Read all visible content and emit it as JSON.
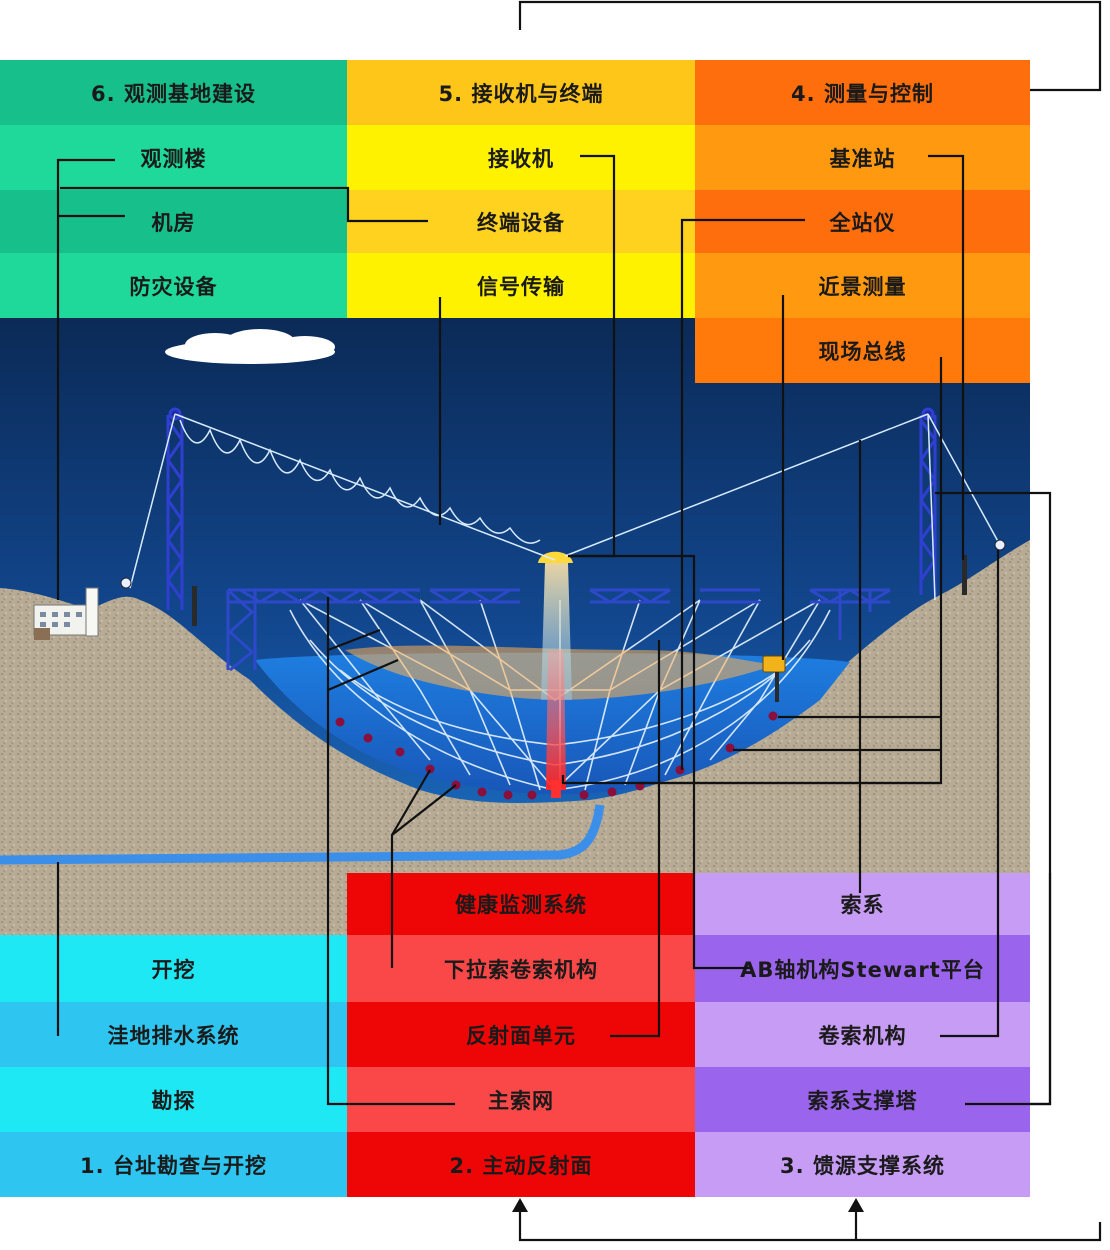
{
  "top": {
    "observatory": {
      "title": "6. 观测基地建设",
      "items": [
        "观测楼",
        "机房",
        "防灾设备"
      ]
    },
    "receiver": {
      "title": "5.  接收机与终端",
      "items": [
        "接收机",
        "终端设备",
        "信号传输"
      ]
    },
    "measurement": {
      "title": "4. 测量与控制",
      "items": [
        "基准站",
        "全站仪",
        "近景测量",
        "现场总线"
      ]
    }
  },
  "bottom": {
    "site": {
      "items": [
        "开挖",
        "洼地排水系统",
        "勘探"
      ],
      "title": "1. 台址勘查与开挖"
    },
    "reflector": {
      "items": [
        "健康监测系统",
        "下拉索卷索机构",
        "反射面单元",
        "主索网"
      ],
      "title": "2. 主动反射面"
    },
    "feed": {
      "items": [
        "索系",
        "AB轴机构Stewart平台",
        "卷索机构",
        "索系支撑塔"
      ],
      "title": "3. 馈源支撑系统"
    }
  },
  "colors": {
    "sky_top": "#0b2a57",
    "sky_bottom": "#1c6fc4",
    "ground": "#b9ad97",
    "green_head": "#17c08b",
    "green": "#1fd99a",
    "yellow_head": "#ffc61a",
    "yellow": "#fff200",
    "orange_head": "#ff6e0c",
    "orange": "#ff8a00",
    "cyan": "#1fe8f5",
    "sky_blue": "#2ec6f0",
    "red_dark": "#ee0606",
    "red_light": "#fa4848",
    "purple_light": "#c79cf4",
    "purple_dark": "#9a64ec"
  }
}
